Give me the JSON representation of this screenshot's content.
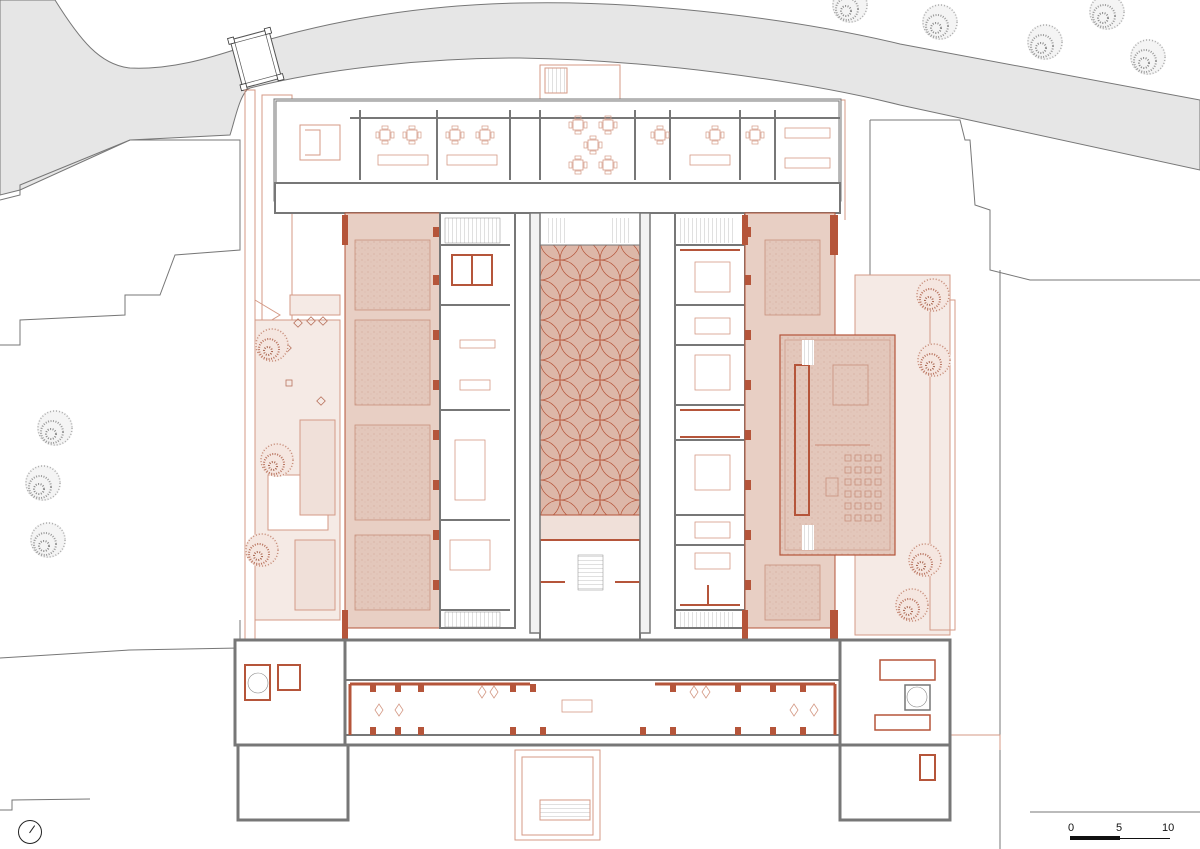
{
  "drawing": {
    "type": "architectural floor plan",
    "colors": {
      "background": "#ffffff",
      "road_fill": "#e6e6e6",
      "context_line": "#777777",
      "wall_gray": "#8a8a8a",
      "wall_fill": "#f2f2f2",
      "accent_red": "#b5553a",
      "furniture_line": "#d49a86",
      "shaded_room": "#e8cfc4",
      "courtyard": "#ddb7a8",
      "tree_gray": "#9a9a9a",
      "tree_red": "#b8735e"
    }
  },
  "scale_bar": {
    "labels": [
      "0",
      "5",
      "10"
    ]
  },
  "north_arrow": {
    "icon": "north-arrow-icon"
  }
}
